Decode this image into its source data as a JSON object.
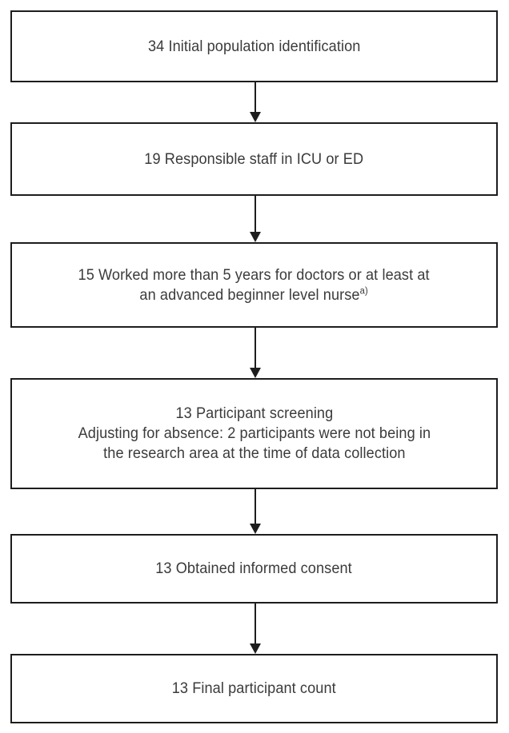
{
  "figure": {
    "type": "flowchart",
    "orientation": "vertical",
    "background_color": "#ffffff",
    "box_border_color": "#1d1d1d",
    "text_color": "#3b3b3b",
    "arrow_color": "#1d1d1d"
  },
  "nodes": [
    {
      "id": "initial-population",
      "count": "34",
      "label": "34 Initial population identification",
      "lines": [
        "34 Initial population identification"
      ]
    },
    {
      "id": "responsible-staff",
      "count": "19",
      "label": "19 Responsible staff in ICU or ED",
      "lines": [
        "19 Responsible staff in ICU or ED"
      ]
    },
    {
      "id": "experience-criteria",
      "count": "15",
      "label": "15 Worked more than 5 years for doctors or at least at an advanced beginner level nurse",
      "lines": [
        "15 Worked more than 5 years for doctors or at least at",
        "an advanced beginner level nurse"
      ],
      "superscript": "a)"
    },
    {
      "id": "participant-screening",
      "count": "13",
      "label": "13 Participant screening Adjusting for absence: 2 participants were not being in the research area at the time of data collection",
      "lines": [
        "13 Participant screening",
        "Adjusting for absence: 2 participants were not being in",
        "the research area at the time of data collection"
      ]
    },
    {
      "id": "informed-consent",
      "count": "13",
      "label": "13 Obtained informed consent",
      "lines": [
        "13 Obtained informed consent"
      ]
    },
    {
      "id": "final-count",
      "count": "13",
      "label": "13 Final participant count",
      "lines": [
        "13 Final participant count"
      ]
    }
  ],
  "node_text": {
    "box1": "34 Initial population identification",
    "box2": "19 Responsible staff in ICU or ED",
    "box3_line1": "15 Worked more than 5 years for doctors or at least at",
    "box3_line2": "an advanced beginner level nurse",
    "box3_superscript": "a)",
    "box4_line1": "13 Participant screening",
    "box4_line2": "Adjusting for absence: 2 participants were not being in",
    "box4_line3": "the research area at the time of data collection",
    "box5": "13 Obtained informed consent",
    "box6": "13 Final participant count"
  },
  "connectors": [
    {
      "from": "initial-population",
      "to": "responsible-staff"
    },
    {
      "from": "responsible-staff",
      "to": "experience-criteria"
    },
    {
      "from": "experience-criteria",
      "to": "participant-screening"
    },
    {
      "from": "participant-screening",
      "to": "informed-consent"
    },
    {
      "from": "informed-consent",
      "to": "final-count"
    }
  ]
}
